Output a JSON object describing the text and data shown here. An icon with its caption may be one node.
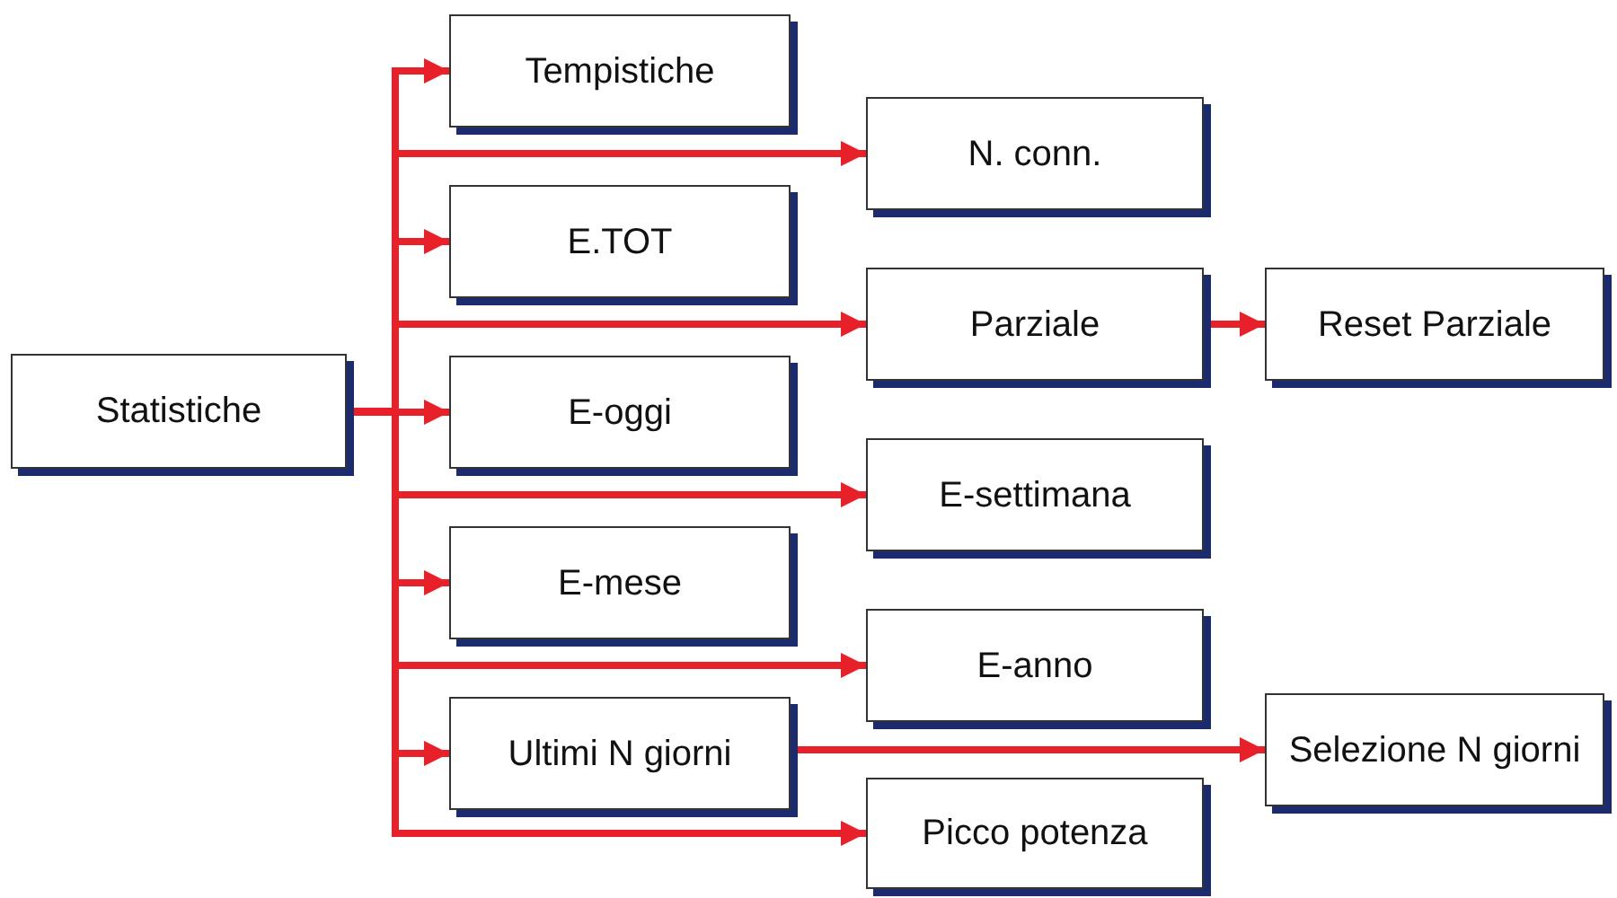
{
  "diagram": {
    "nodes": [
      {
        "text": [
          "Statistiche"
        ]
      },
      {
        "text": [
          "Tempistiche"
        ]
      },
      {
        "text": [
          "N. conn."
        ]
      },
      {
        "text": [
          "E.TOT"
        ]
      },
      {
        "text": [
          "Parziale"
        ]
      },
      {
        "text": [
          "Reset Parziale"
        ]
      },
      {
        "text": [
          "E-oggi"
        ]
      },
      {
        "text": [
          "E-settimana"
        ]
      },
      {
        "text": [
          "E-mese"
        ]
      },
      {
        "text": [
          "E-anno"
        ]
      },
      {
        "text": [
          "Ultimi N giorni"
        ]
      },
      {
        "text": [
          "Selezione N giorni"
        ]
      },
      {
        "text": [
          "Picco potenza"
        ]
      }
    ],
    "edges": [
      {
        "from": 0,
        "to": 1,
        "arrow": "to"
      },
      {
        "from": 0,
        "to": 2,
        "arrow": "to"
      },
      {
        "from": 0,
        "to": 3,
        "arrow": "to"
      },
      {
        "from": 0,
        "to": 4,
        "arrow": "to"
      },
      {
        "from": 0,
        "to": 6,
        "arrow": "to"
      },
      {
        "from": 0,
        "to": 7,
        "arrow": "to"
      },
      {
        "from": 0,
        "to": 8,
        "arrow": "to"
      },
      {
        "from": 0,
        "to": 9,
        "arrow": "to"
      },
      {
        "from": 0,
        "to": 10,
        "arrow": "to"
      },
      {
        "from": 0,
        "to": 12,
        "arrow": "to"
      },
      {
        "from": 4,
        "to": 5,
        "arrow": "to"
      },
      {
        "from": 10,
        "to": 11,
        "arrow": "to"
      }
    ]
  }
}
